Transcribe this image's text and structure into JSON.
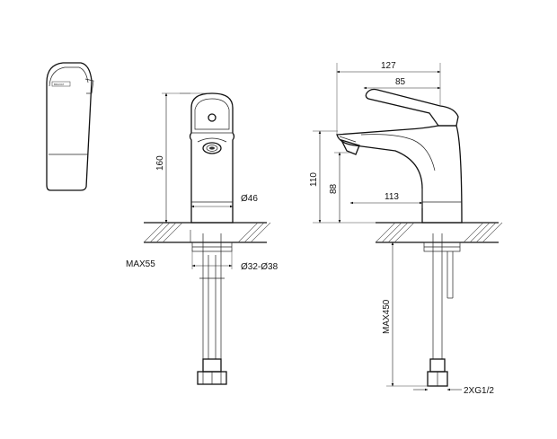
{
  "brand_mark": "BRAVAT",
  "dimensions": {
    "width_total": "127",
    "handle_length": "85",
    "spout_reach": "113",
    "height_total": "160",
    "height_body": "110",
    "height_outlet": "88",
    "body_diameter": "Ø46",
    "hole_diameter": "Ø32-Ø38",
    "max_deck": "MAX55",
    "max_hose": "MAX450",
    "connection": "2XG1/2"
  }
}
